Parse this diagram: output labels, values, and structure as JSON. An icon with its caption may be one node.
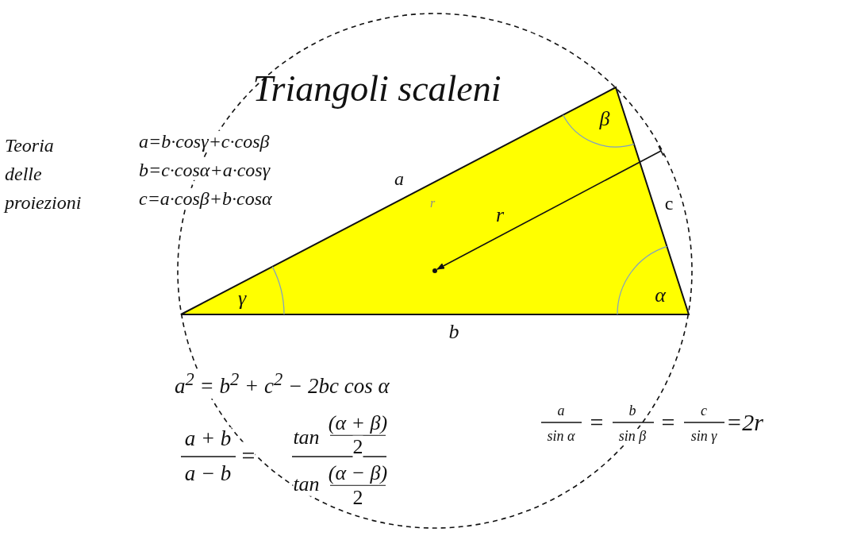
{
  "diagram": {
    "title": "Triangoli scaleni",
    "labels": [
      "Teoria delle proiezioni",
      "a=b·cosγ+c·cosβ",
      "b=c·cosα+a·cosγ",
      "c=a·cosβ+b·cosα",
      "a",
      "β",
      "c",
      "r",
      "r",
      "γ",
      "α",
      "b",
      "a$^{2}$ = b$^{2}$ + c$^{2}$ − 2bc cos α",
      "a + b",
      "a − b",
      "=",
      "tan",
      "(α + β)",
      "2",
      "tan",
      "(α − β)",
      "2",
      "a",
      "sin α",
      "=",
      "b",
      "sin β",
      "=",
      "c",
      "sin γ",
      "=2r"
    ]
  }
}
